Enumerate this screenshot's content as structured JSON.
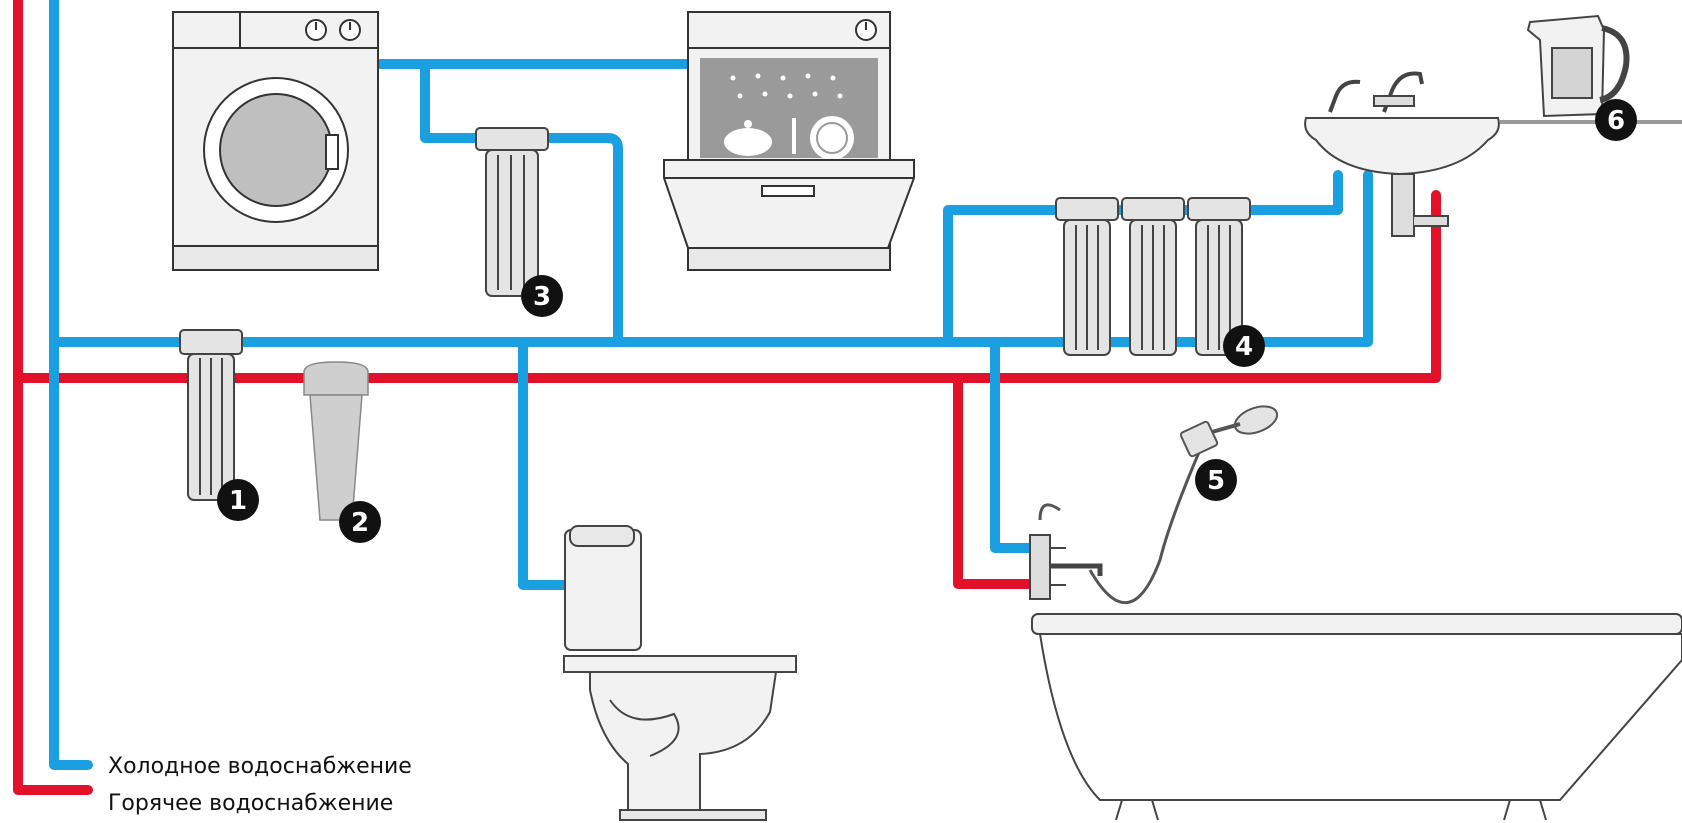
{
  "colors": {
    "cold": "#1aa0e0",
    "hot": "#e3102a",
    "outline": "#333333",
    "filter_fill": "#e4e4e4",
    "appliance_fill": "#eeeeee",
    "badge": "#111111"
  },
  "legend": {
    "cold_label": "Холодное водоснабжение",
    "hot_label": "Горячее водоснабжение"
  },
  "markers": [
    {
      "id": "1",
      "label": "1"
    },
    {
      "id": "2",
      "label": "2"
    },
    {
      "id": "3",
      "label": "3"
    },
    {
      "id": "4",
      "label": "4"
    },
    {
      "id": "5",
      "label": "5"
    },
    {
      "id": "6",
      "label": "6"
    }
  ],
  "icons": {
    "washing_machine": "washing-machine-icon",
    "dishwasher": "dishwasher-icon",
    "toilet": "toilet-icon",
    "bathtub": "bathtub-icon",
    "sink": "sink-icon",
    "pitcher": "water-pitcher-filter-icon",
    "shower": "shower-head-icon"
  }
}
